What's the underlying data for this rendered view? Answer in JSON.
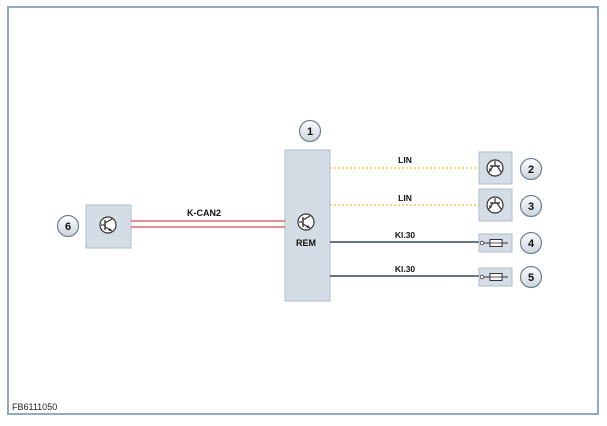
{
  "colors": {
    "frame": "#93a9bd",
    "box_fill": "#d4dde5",
    "box_stroke": "#aebdca",
    "lin_wire": "#f2c23c",
    "can_wire": "#e06a6a",
    "kl30_wire": "#33465a",
    "badge_fill": "#eef2f6",
    "badge_stroke": "#6d7f90"
  },
  "icons": {
    "transistor": "transistor-icon",
    "fuse": "fuse-icon"
  },
  "rem_box": {
    "callout": "1",
    "label": "REM"
  },
  "left_module": {
    "callout": "6"
  },
  "bus": {
    "label": "K-CAN2"
  },
  "connections": [
    {
      "callout": "2",
      "wire_label": "LIN",
      "wire_type": "LIN",
      "device": "transistor-icon"
    },
    {
      "callout": "3",
      "wire_label": "LIN",
      "wire_type": "LIN",
      "device": "transistor-icon"
    },
    {
      "callout": "4",
      "wire_label": "Kl.30",
      "wire_type": "Kl.30",
      "device": "fuse-icon"
    },
    {
      "callout": "5",
      "wire_label": "Kl.30",
      "wire_type": "Kl.30",
      "device": "fuse-icon"
    }
  ],
  "figure_code": "FB6111050"
}
